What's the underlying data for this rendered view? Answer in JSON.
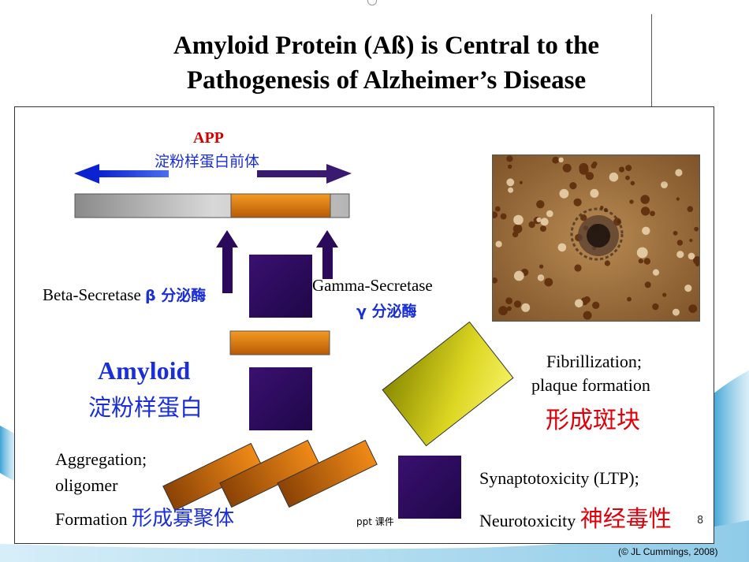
{
  "title": {
    "line1": "Amyloid Protein (Aß) is Central to the",
    "line2": "Pathogenesis of Alzheimer’s Disease"
  },
  "app": {
    "label": "APP",
    "label_cn": "淀粉样蛋白前体"
  },
  "beta": {
    "label": "Beta-Secretase",
    "cn": "β 分泌酶"
  },
  "gamma": {
    "label": "Gamma-Secretase",
    "cn": "γ 分泌酶"
  },
  "amyloid": {
    "label": "Amyloid",
    "cn": "淀粉样蛋白"
  },
  "aggregation": {
    "line1": "Aggregation;",
    "line2": "oligomer",
    "line3": "Formation",
    "cn": "形成寡聚体"
  },
  "fibrillization": {
    "line1": "Fibrillization;",
    "line2": "plaque formation",
    "cn": "形成斑块"
  },
  "synapto": {
    "line1": "Synaptotoxicity (LTP);",
    "line2": "Neurotoxicity",
    "cn": "神经毒性"
  },
  "footer": {
    "ppt": "ppt 课件",
    "page": "8",
    "credit": "(© JL Cummings, 2008)"
  },
  "colors": {
    "app_red": "#d40000",
    "chinese_blue": "#1a2fd8",
    "chinese_red": "#e0000a",
    "arrow_blue": "#1f2bd6",
    "dark_purple": "#2b0a5c",
    "orange": "#e07a10",
    "yellow_olive": "#d8d020",
    "gray_bar": "#a8a8a8"
  },
  "icons": {
    "photo": "plaque-histology-image"
  }
}
